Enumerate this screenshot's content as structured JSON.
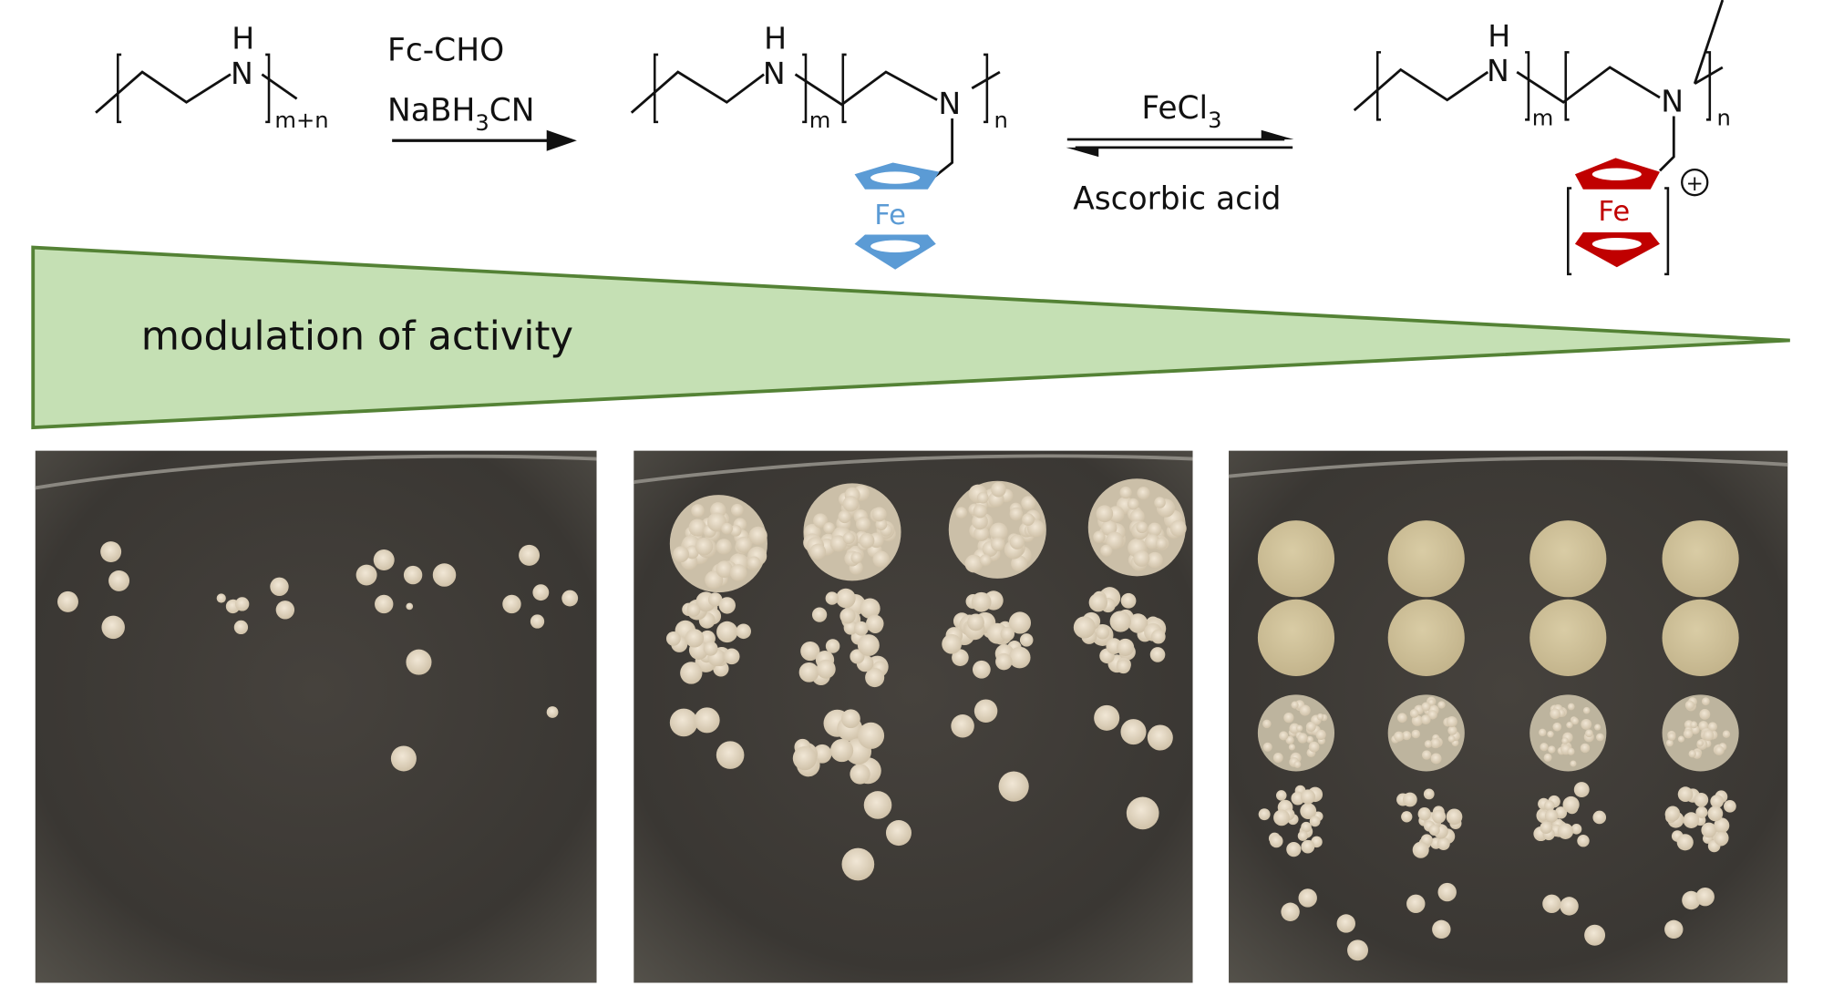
{
  "scheme": {
    "atoms": {
      "H": "H",
      "N": "N",
      "Fe": "Fe",
      "plus": "+"
    },
    "subscripts": {
      "m_plus_n": "m+n",
      "m": "m",
      "n": "n"
    },
    "step1": {
      "reagent1": "Fc-CHO",
      "reagent2_parts": [
        "NaBH",
        "3",
        "CN"
      ]
    },
    "step2": {
      "forward_parts": [
        "FeCl",
        "3"
      ],
      "reverse": "Ascorbic acid"
    }
  },
  "gradient": {
    "label": "modulation of activity",
    "fill": "#c5e0b4",
    "stroke": "#548235"
  },
  "colors": {
    "ferrocene": "#5b9bd5",
    "ferrocenium": "#c00000"
  },
  "plates": {
    "count": 3
  }
}
